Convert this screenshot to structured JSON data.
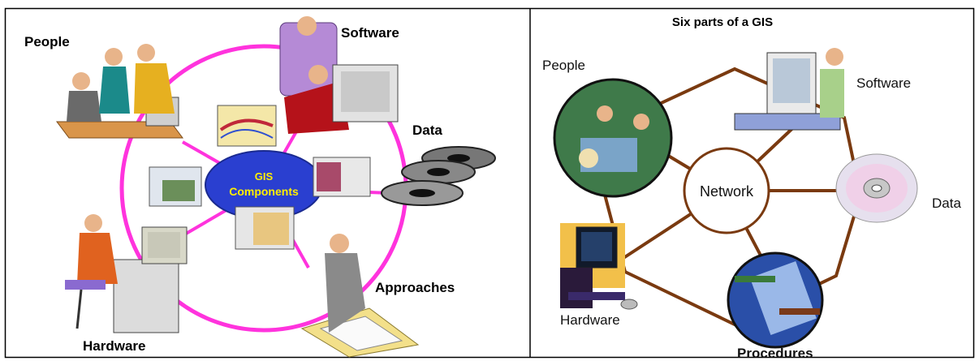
{
  "left_panel": {
    "center_label_line1": "GIS",
    "center_label_line2": "Components",
    "labels": {
      "people": "People",
      "software": "Software",
      "data": "Data",
      "approaches": "Approaches",
      "hardware": "Hardware"
    },
    "ring_color": "#ff33dd",
    "center_color": "#2a3fd0",
    "center_text_color": "#ffee00"
  },
  "right_panel": {
    "title": "Six parts of a GIS",
    "center_label": "Network",
    "labels": {
      "people": "People",
      "software": "Software",
      "data": "Data",
      "procedures": "Procedures",
      "hardware": "Hardware"
    },
    "ring_color": "#7a3a10"
  }
}
